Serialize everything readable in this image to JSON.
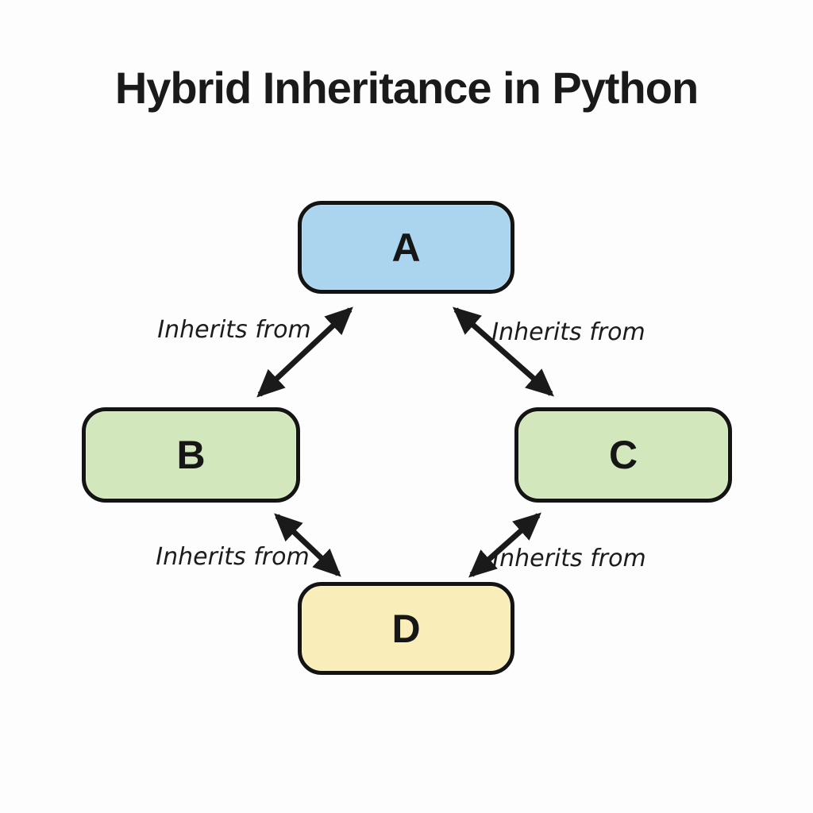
{
  "title": "Hybrid Inheritance in Python",
  "colors": {
    "background": "#fdfdfd",
    "node_border": "#141414",
    "arrow": "#1a1a1a",
    "node_a_fill": "#abd5ee",
    "node_b_fill": "#d3e7bd",
    "node_c_fill": "#d3e7bd",
    "node_d_fill": "#f9eeba"
  },
  "nodes": [
    {
      "id": "A",
      "label": "A",
      "fill": "#abd5ee"
    },
    {
      "id": "B",
      "label": "B",
      "fill": "#d3e7bd"
    },
    {
      "id": "C",
      "label": "C",
      "fill": "#d3e7bd"
    },
    {
      "id": "D",
      "label": "D",
      "fill": "#f9eeba"
    }
  ],
  "edges": [
    {
      "from": "B",
      "to": "A",
      "label": "Inherits from"
    },
    {
      "from": "C",
      "to": "A",
      "label": "Inherits from"
    },
    {
      "from": "D",
      "to": "B",
      "label": "Inherits from"
    },
    {
      "from": "D",
      "to": "C",
      "label": "Inherits from"
    }
  ]
}
